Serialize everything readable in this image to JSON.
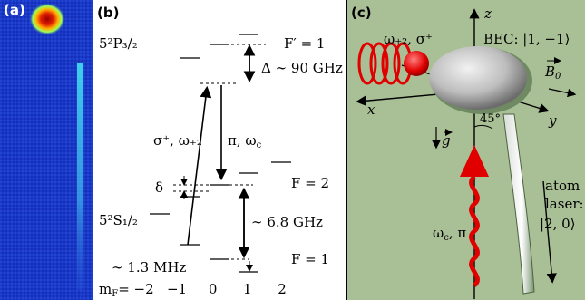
{
  "panel_a": {
    "label": "(a)"
  },
  "panel_b": {
    "label": "(b)",
    "p_state": "5²P₃/₂",
    "s_state": "5²S₁/₂",
    "f_prime": "F′ = 1",
    "delta_big": "Δ ∼ 90 GHz",
    "f2": "F = 2",
    "f1": "F = 1",
    "sigma_label": "σ⁺, ω₊₂",
    "pi_label": "π, ω",
    "pi_sub": "c",
    "small_delta": "δ",
    "hf_split": "∼ 6.8 GHz",
    "zeeman_split": "∼  1.3 MHz",
    "mf_label": "m",
    "mf_sub": "F",
    "mf_values": "= −2   −1     0      1      2"
  },
  "panel_c": {
    "label": "(c)",
    "z_axis": "z",
    "x_axis": "x",
    "y_axis": "y",
    "omega_sigma": "ω₊₂, σ⁺",
    "bec_label": "BEC: |1, −1⟩",
    "b0": "B",
    "b0_sub": "0",
    "angle": "45°",
    "g_label": "g",
    "omega_pi": "ω",
    "omega_pi_sub": "c",
    "omega_pi_rest": ", π",
    "atom_laser_1": "atom",
    "atom_laser_2": "laser:",
    "atom_laser_3": "|2, 0⟩"
  }
}
